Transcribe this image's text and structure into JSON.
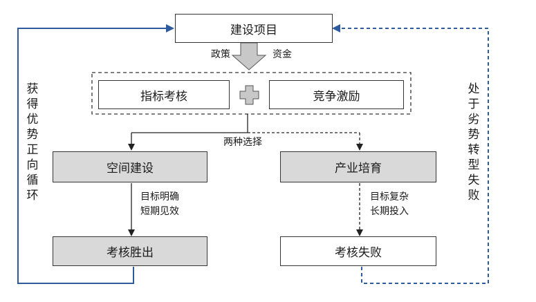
{
  "top_box": "建设项目",
  "policy_label": "政策",
  "fund_label": "资金",
  "indicator_box": "指标考核",
  "competition_box": "竞争激励",
  "choice_label": "两种选择",
  "left": {
    "box1": "空间建设",
    "note_line1": "目标明确",
    "note_line2": "短期见效",
    "box2": "考核胜出",
    "loop_text": "获得优势正向循环"
  },
  "right": {
    "box1": "产业培育",
    "note_line1": "目标复杂",
    "note_line2": "长期投入",
    "box2": "考核失败",
    "loop_text": "处于劣势转型失败"
  },
  "colors": {
    "solid_line": "#2e5b9e",
    "dashed_line": "#2e5b9e",
    "gray_fill": "#d9d9d9",
    "arrow_fill": "#c8c8c8"
  }
}
